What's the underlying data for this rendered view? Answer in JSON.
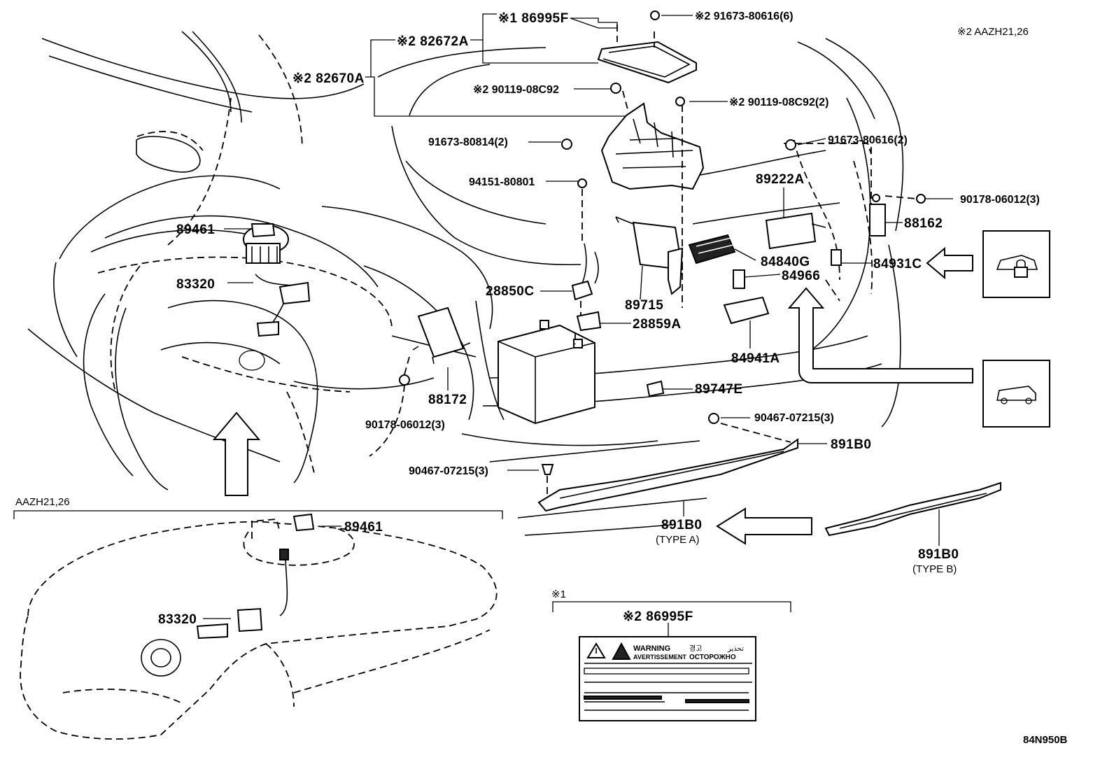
{
  "diagram_code": "84N950B",
  "notes": {
    "top_right": "※2 AAZH21,26",
    "inset_left_title": "AAZH21,26",
    "inset_label_mark": "※1"
  },
  "labels": {
    "p86995F_1": "※1 86995F",
    "p91673_80616_6": "※2 91673-80616(6)",
    "p82672A": "※2 82672A",
    "p82670A": "※2 82670A",
    "p90119_08C92": "※2 90119-08C92",
    "p90119_08C92_2": "※2 90119-08C92(2)",
    "p91673_80814_2": "91673-80814(2)",
    "p91673_80616_2": "91673-80616(2)",
    "p94151_80801": "94151-80801",
    "p89222A": "89222A",
    "p90178_06012_3_right": "90178-06012(3)",
    "p88162": "88162",
    "p89461": "89461",
    "p83320": "83320",
    "p84840G": "84840G",
    "p84931C": "84931C",
    "p84966": "84966",
    "p28850C": "28850C",
    "p89715": "89715",
    "p28859A": "28859A",
    "p84941A": "84941A",
    "p88172": "88172",
    "p89747E": "89747E",
    "p90467_07215_3_right": "90467-07215(3)",
    "p90178_06012_3_left": "90178-06012(3)",
    "p891B0": "891B0",
    "p90467_07215_3_left": "90467-07215(3)",
    "p891B0_typeA": "891B0",
    "typeA": "(TYPE A)",
    "p891B0_typeB": "891B0",
    "typeB": "(TYPE B)",
    "inset_89461": "89461",
    "inset_83320": "83320",
    "p86995F_2": "※2 86995F"
  },
  "warning_label": {
    "line1": "WARNING",
    "line2": "AVERTISSEMENT",
    "korean": "경고",
    "russian": "ОСТОРОЖНО",
    "arabic": "تحذير"
  },
  "icons": [
    "car-lock-icon",
    "car-side-icon",
    "warning-triangle-icon",
    "large-arrow-icon"
  ]
}
